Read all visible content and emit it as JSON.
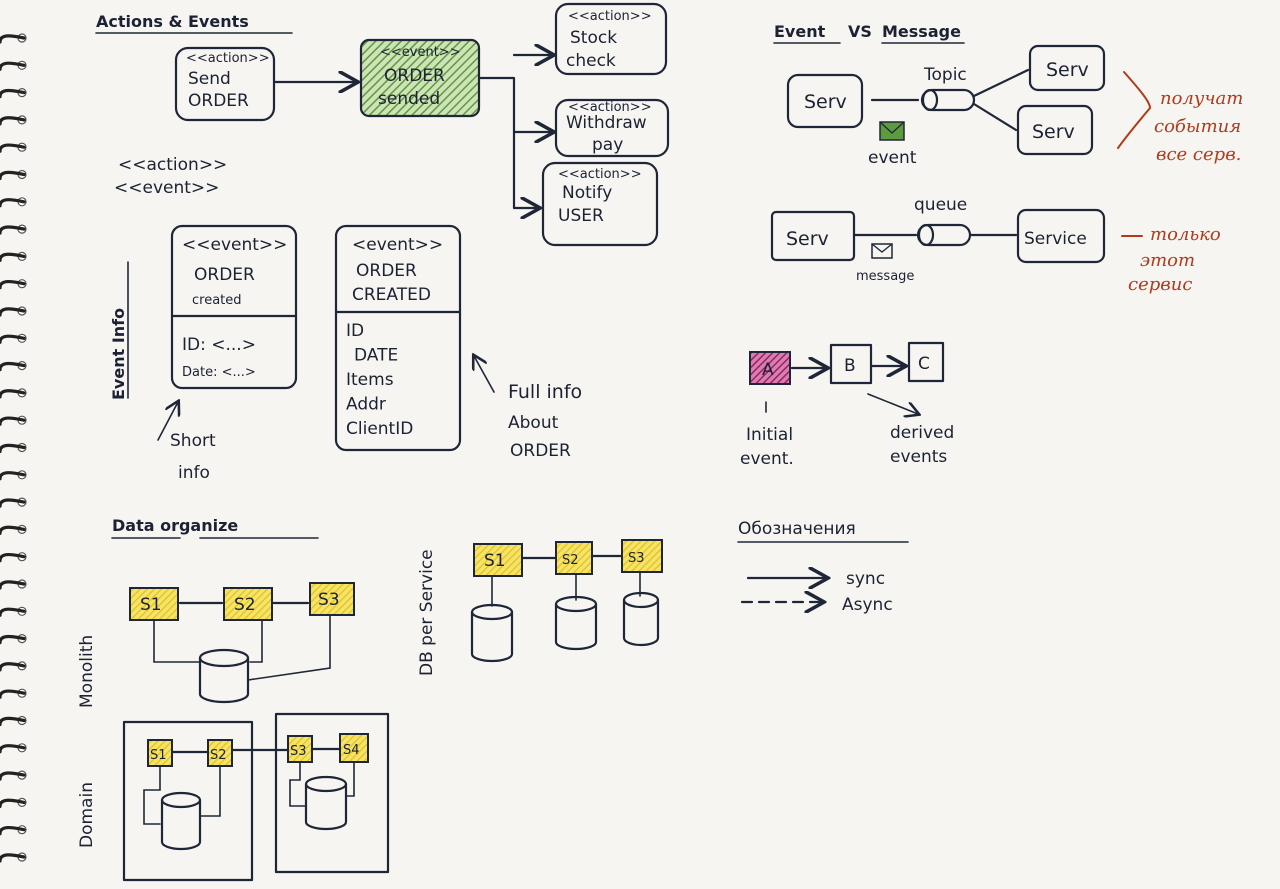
{
  "sections": {
    "actions_events": {
      "title": "Actions & Events",
      "send_order": {
        "stereo": "<<action>>",
        "line1": "Send",
        "line2": "ORDER"
      },
      "order_sended": {
        "stereo": "<<event>>",
        "line1": "ORDER",
        "line2": "sended"
      },
      "stock_check": {
        "stereo": "<<action>>",
        "line1": "Stock",
        "line2": "check"
      },
      "withdraw_pay": {
        "stereo": "<<action>>",
        "line1": "Withdraw",
        "line2": "pay"
      },
      "notify_user": {
        "stereo": "<<action>>",
        "line1": "Notify",
        "line2": "USER"
      },
      "legend_action": "<<action>>",
      "legend_event": "<<event>>"
    },
    "event_info": {
      "side_label": "Event Info",
      "short_box": {
        "stereo": "<<event>>",
        "line1": "ORDER",
        "line2": "created",
        "field1": "ID: <...>",
        "field2": "Date: <...>"
      },
      "full_box": {
        "stereo": "<event>>",
        "line1": "ORDER",
        "line2": "CREATED",
        "fields": [
          "ID",
          "DATE",
          "Items",
          "Addr",
          "ClientID"
        ]
      },
      "short_note": [
        "Short",
        "info"
      ],
      "full_note": [
        "Full info",
        "About",
        "ORDER"
      ]
    },
    "event_vs_message": {
      "title_a": "Event",
      "title_vs": "VS",
      "title_b": "Message",
      "serv": "Serv",
      "topic": "Topic",
      "event_label": "event",
      "red_note_1": [
        "получат",
        "события",
        "все серв."
      ],
      "queue": "queue",
      "service": "Service",
      "message_label": "message",
      "red_note_2": [
        "только",
        "этот",
        "сервис"
      ]
    },
    "derived": {
      "a": "A",
      "b": "B",
      "c": "C",
      "initial": [
        "Initial",
        "event."
      ],
      "derived": [
        "derived",
        "events"
      ]
    },
    "data_organize": {
      "title": "Data organize",
      "monolith_label": "Monolith",
      "domain_label": "Domain",
      "db_per_service_label": "DB per Service",
      "s1": "S1",
      "s2": "S2",
      "s3": "S3",
      "s4": "S4"
    },
    "legend": {
      "title": "Обозначения",
      "sync": "sync",
      "async": "Async"
    }
  },
  "colors": {
    "paper": "#f6f5f1",
    "ink": "#1f2638",
    "green_hatch": "#6aa84f",
    "yellow_fill": "#f0dc3c",
    "magenta_fill": "#b0307a",
    "red_ink": "#b23a1a"
  }
}
